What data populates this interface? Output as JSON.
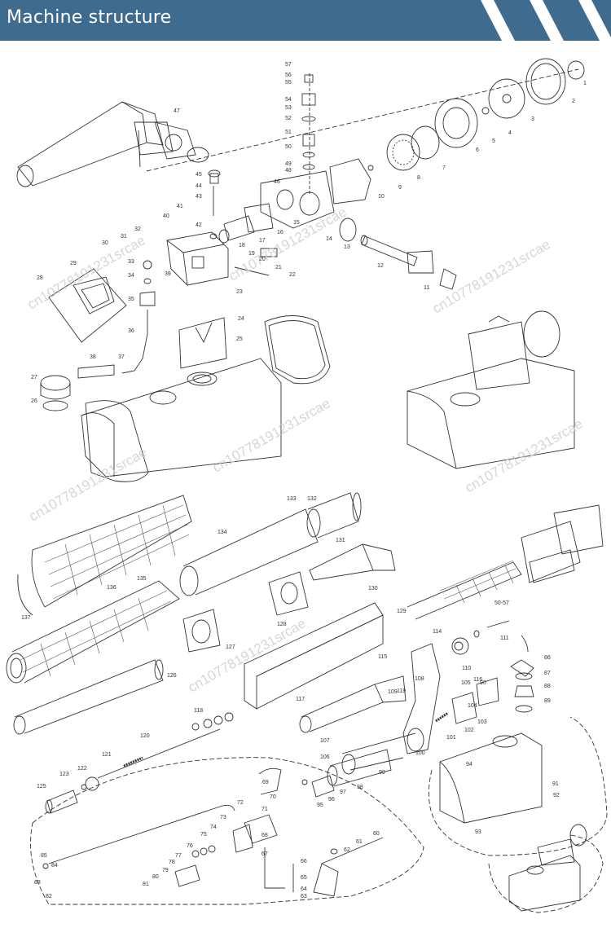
{
  "header": {
    "title": "Machine structure",
    "bar_color": "#3f6b8e",
    "stripe_color": "#ffffff"
  },
  "watermark": "cn10778191231srcae",
  "part_labels": [
    "1",
    "2",
    "3",
    "4",
    "5",
    "6",
    "7",
    "8",
    "9",
    "10",
    "11",
    "12",
    "13",
    "14",
    "15",
    "16",
    "17",
    "18",
    "19",
    "20",
    "21",
    "22",
    "23",
    "24",
    "25",
    "26",
    "27",
    "28",
    "29",
    "30",
    "31",
    "32",
    "33",
    "34",
    "35",
    "36",
    "37",
    "38",
    "39",
    "40",
    "41",
    "42",
    "43",
    "44",
    "45",
    "46",
    "47",
    "48",
    "49",
    "50",
    "51",
    "52",
    "53",
    "54",
    "55",
    "56",
    "57",
    "50-57",
    "60",
    "61",
    "62",
    "63",
    "64",
    "65",
    "66",
    "67",
    "68",
    "69",
    "70",
    "71",
    "72",
    "73",
    "74",
    "75",
    "76",
    "77",
    "78",
    "79",
    "80",
    "81",
    "82",
    "83",
    "84",
    "85",
    "86",
    "87",
    "88",
    "89",
    "90",
    "91",
    "92",
    "93",
    "94",
    "95",
    "96",
    "97",
    "98",
    "99",
    "100",
    "101",
    "102",
    "103",
    "104",
    "105",
    "106",
    "107",
    "108",
    "109",
    "110",
    "111",
    "114",
    "115",
    "116",
    "117",
    "118",
    "119",
    "120",
    "121",
    "122",
    "123",
    "125",
    "126",
    "127",
    "128",
    "129",
    "130",
    "131",
    "132",
    "133",
    "134",
    "135",
    "136",
    "137"
  ]
}
